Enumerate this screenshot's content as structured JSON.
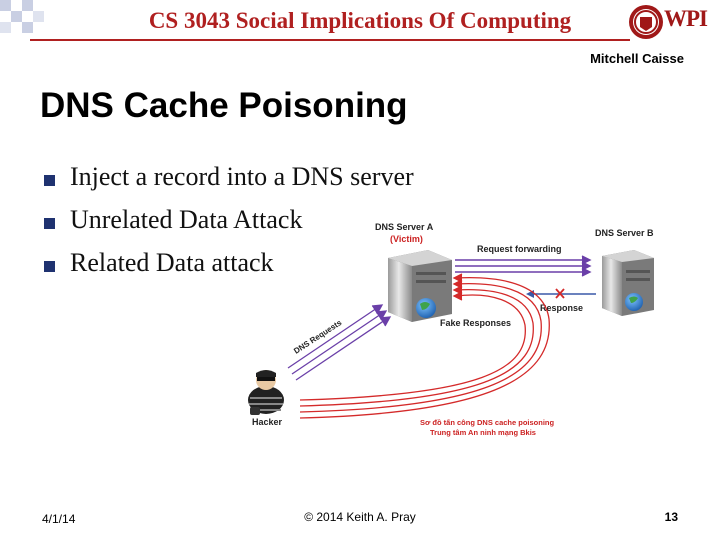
{
  "header": {
    "course_title": "CS 3043 Social Implications Of Computing",
    "logo_text": "WPI",
    "author": "Mitchell Caisse"
  },
  "slide": {
    "title": "DNS Cache Poisoning",
    "bullets": [
      "Inject a record into a DNS server",
      "Unrelated Data Attack",
      "Related Data attack"
    ]
  },
  "diagram": {
    "server_a_label": "DNS Server A",
    "server_a_sublabel": "(Victim)",
    "server_b_label": "DNS Server B",
    "request_forwarding": "Request forwarding",
    "response": "Response",
    "fake_responses": "Fake Responses",
    "dns_requests": "DNS Requests",
    "hacker": "Hacker",
    "caption_line1": "Sơ đồ tấn công DNS cache poisoning",
    "caption_line2": "Trung tâm An ninh mạng Bkis"
  },
  "footer": {
    "date": "4/1/14",
    "copyright": "© 2014 Keith A. Pray",
    "page": "13"
  },
  "colors": {
    "title_red": "#b02020",
    "bullet_navy": "#1f3270",
    "arrow_purple": "#6a3fa8",
    "arrow_red": "#d42a2a",
    "victim_red": "#cc2222"
  }
}
